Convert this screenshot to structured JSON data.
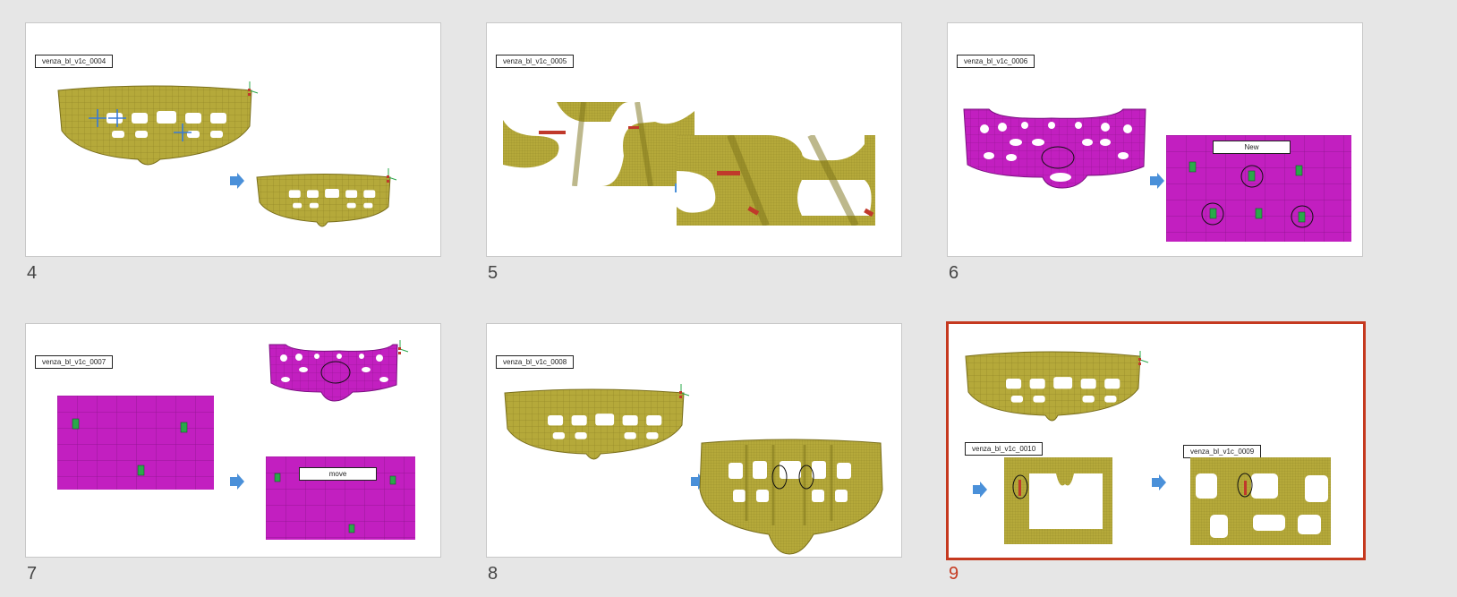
{
  "slides": [
    {
      "number": "4",
      "labels": [
        "venza_bl_v1c_0004"
      ]
    },
    {
      "number": "5",
      "labels": [
        "venza_bl_v1c_0005"
      ]
    },
    {
      "number": "6",
      "labels": [
        "venza_bl_v1c_0006",
        "New"
      ]
    },
    {
      "number": "7",
      "labels": [
        "venza_bl_v1c_0007",
        "move"
      ]
    },
    {
      "number": "8",
      "labels": [
        "venza_bl_v1c_0008"
      ]
    },
    {
      "number": "9",
      "labels": [
        "venza_bl_v1c_0010",
        "venza_bl_v1c_0009"
      ],
      "selected": true
    }
  ],
  "colors": {
    "selection": "#c5391f",
    "mesh_olive": "#b5a93a",
    "mesh_magenta": "#c21fc0",
    "arrow": "#4a90d9"
  }
}
